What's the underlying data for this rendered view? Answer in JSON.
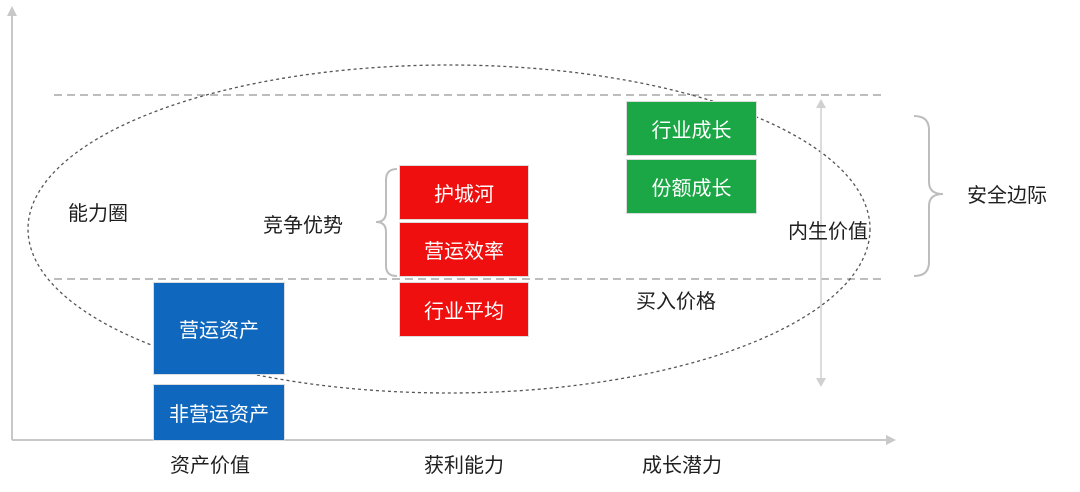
{
  "labels": {
    "circle": "能力圈",
    "competitive_advantage": "竞争优势",
    "intrinsic_value": "内生价值",
    "buy_price": "买入价格",
    "margin_of_safety": "安全边际"
  },
  "boxes": {
    "moat": "护城河",
    "operating_efficiency": "营运效率",
    "industry_average": "行业平均",
    "industry_growth": "行业成长",
    "share_growth": "份额成长",
    "operating_assets": "营运资产",
    "non_operating_assets": "非营运资产"
  },
  "axis_categories": [
    "资产价值",
    "获利能力",
    "成长潜力"
  ],
  "colors": {
    "red": "#f00f0f",
    "green": "#1ba746",
    "blue": "#0f68bd"
  }
}
